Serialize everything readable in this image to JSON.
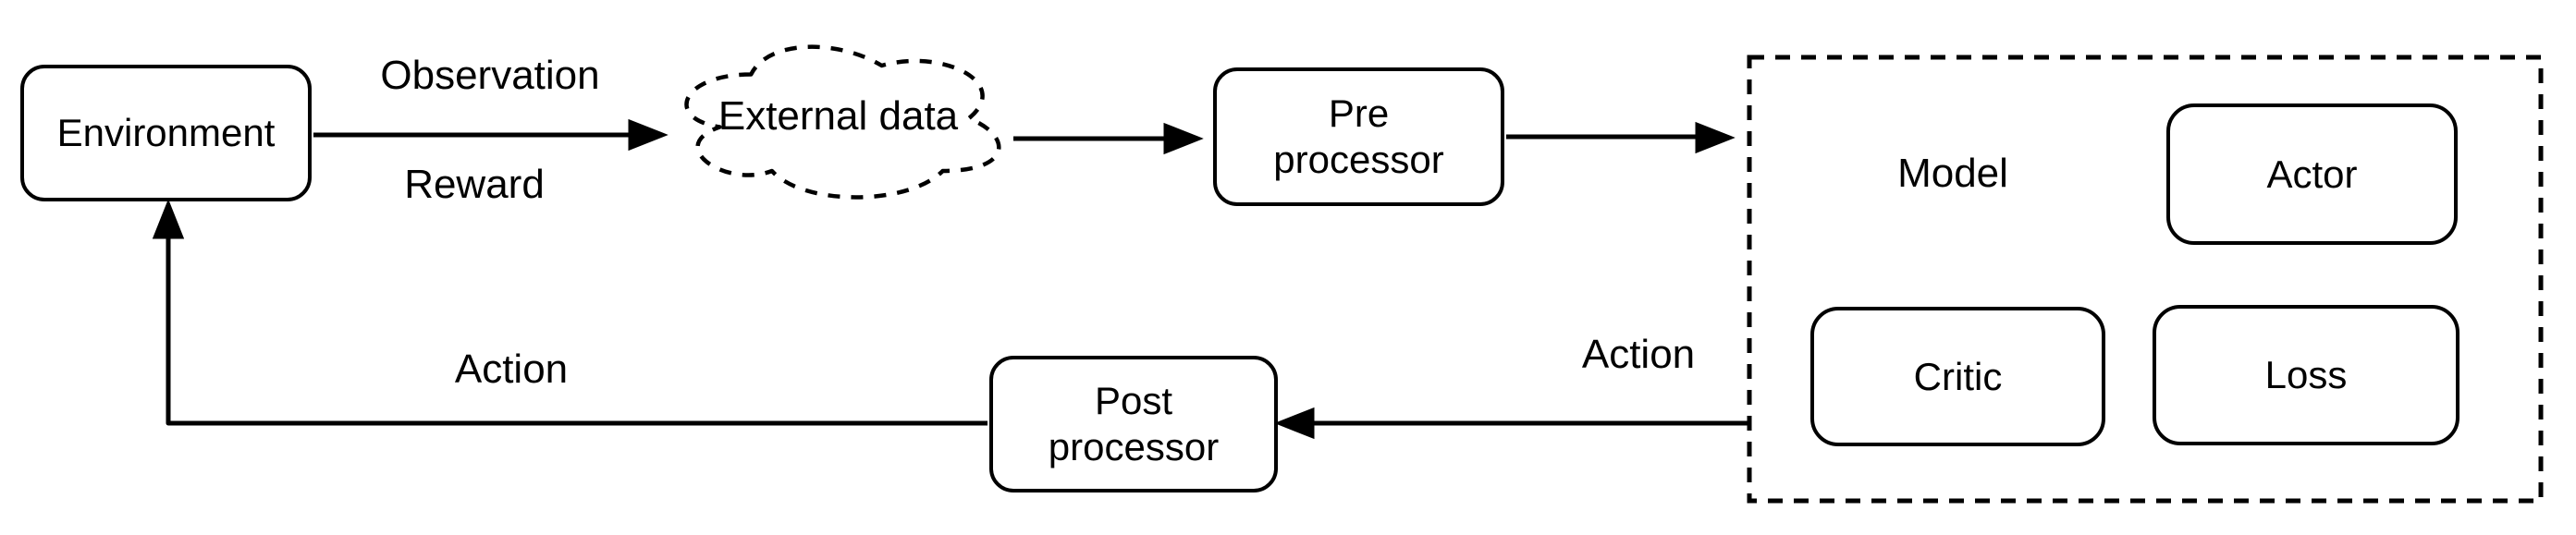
{
  "diagram": {
    "nodes": {
      "environment": {
        "label": "Environment"
      },
      "external_data": {
        "label": "External data"
      },
      "pre_processor": {
        "label": "Pre\nprocessor"
      },
      "model_group": {
        "label": "Model"
      },
      "actor": {
        "label": "Actor"
      },
      "critic": {
        "label": "Critic"
      },
      "loss": {
        "label": "Loss"
      },
      "post_processor": {
        "label": "Post\nprocessor"
      }
    },
    "edge_labels": {
      "observation": "Observation",
      "reward": "Reward",
      "action_left": "Action",
      "action_right": "Action"
    },
    "colors": {
      "stroke": "#000000",
      "fill": "#ffffff",
      "background": "#ffffff",
      "text": "#000000"
    }
  }
}
